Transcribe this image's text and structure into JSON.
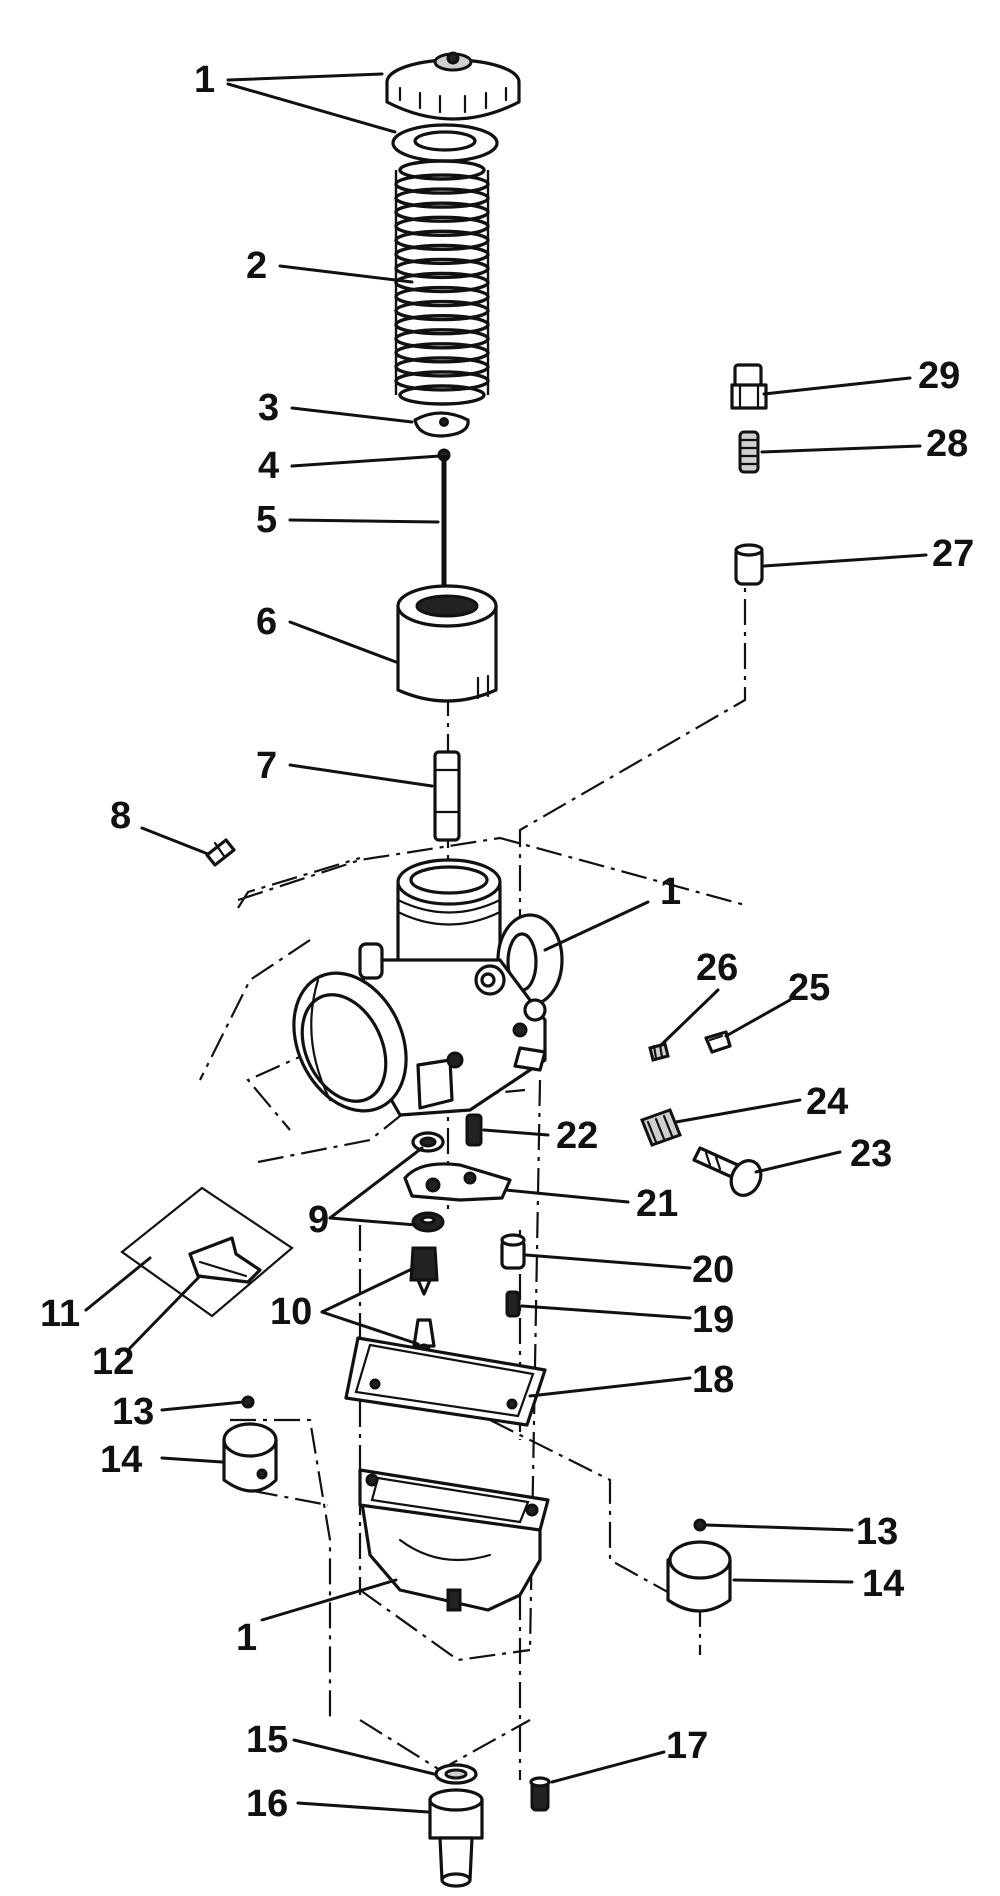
{
  "callouts": [
    {
      "id": "c1-top",
      "text": "1"
    },
    {
      "id": "c2",
      "text": "2"
    },
    {
      "id": "c3",
      "text": "3"
    },
    {
      "id": "c4",
      "text": "4"
    },
    {
      "id": "c5",
      "text": "5"
    },
    {
      "id": "c6",
      "text": "6"
    },
    {
      "id": "c7",
      "text": "7"
    },
    {
      "id": "c8",
      "text": "8"
    },
    {
      "id": "c1-body",
      "text": "1"
    },
    {
      "id": "c26",
      "text": "26"
    },
    {
      "id": "c25",
      "text": "25"
    },
    {
      "id": "c24",
      "text": "24"
    },
    {
      "id": "c23",
      "text": "23"
    },
    {
      "id": "c22",
      "text": "22"
    },
    {
      "id": "c21",
      "text": "21"
    },
    {
      "id": "c9",
      "text": "9"
    },
    {
      "id": "c20",
      "text": "20"
    },
    {
      "id": "c19",
      "text": "19"
    },
    {
      "id": "c10",
      "text": "10"
    },
    {
      "id": "c11",
      "text": "11"
    },
    {
      "id": "c12",
      "text": "12"
    },
    {
      "id": "c18",
      "text": "18"
    },
    {
      "id": "c13-left",
      "text": "13"
    },
    {
      "id": "c14-left",
      "text": "14"
    },
    {
      "id": "c13-right",
      "text": "13"
    },
    {
      "id": "c14-right",
      "text": "14"
    },
    {
      "id": "c1-bowl",
      "text": "1"
    },
    {
      "id": "c15",
      "text": "15"
    },
    {
      "id": "c16",
      "text": "16"
    },
    {
      "id": "c17",
      "text": "17"
    },
    {
      "id": "c29",
      "text": "29"
    },
    {
      "id": "c28",
      "text": "28"
    },
    {
      "id": "c27",
      "text": "27"
    }
  ]
}
